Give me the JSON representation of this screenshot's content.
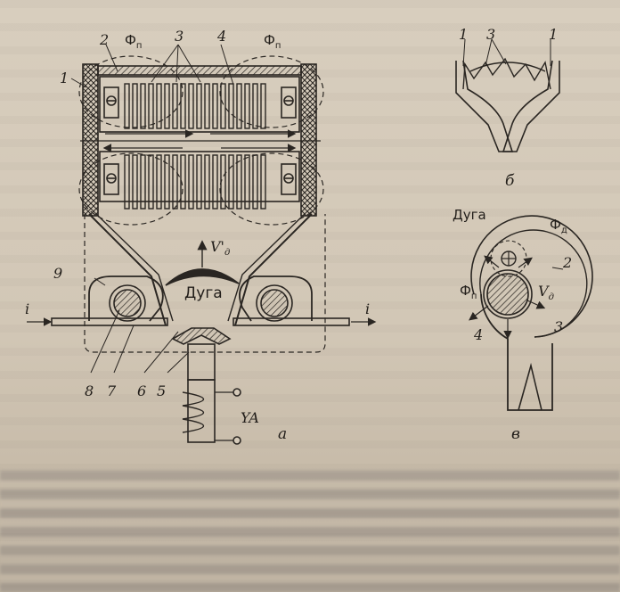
{
  "figure": {
    "panel_a": {
      "label": "а",
      "numbers": [
        "1",
        "2",
        "3",
        "4",
        "5",
        "6",
        "7",
        "8",
        "9"
      ],
      "flux_left": "Ф",
      "flux_right": "Ф",
      "flux_sub": "п",
      "velocity": "V'",
      "velocity_sub": "д",
      "arc": "Дуга",
      "current_left": "i",
      "current_right": "i",
      "coil": "YA"
    },
    "panel_b": {
      "label": "б",
      "numbers": [
        "1",
        "3",
        "1"
      ]
    },
    "panel_v": {
      "label": "в",
      "arc": "Дуга",
      "flux_d": "Ф",
      "flux_d_sub": "д",
      "flux_p": "Ф",
      "flux_p_sub": "п",
      "velocity": "V",
      "velocity_sub": "д",
      "numbers": [
        "2",
        "3",
        "4"
      ]
    }
  },
  "colors": {
    "ink": "#2a2622",
    "paper": "#d5cab9"
  }
}
